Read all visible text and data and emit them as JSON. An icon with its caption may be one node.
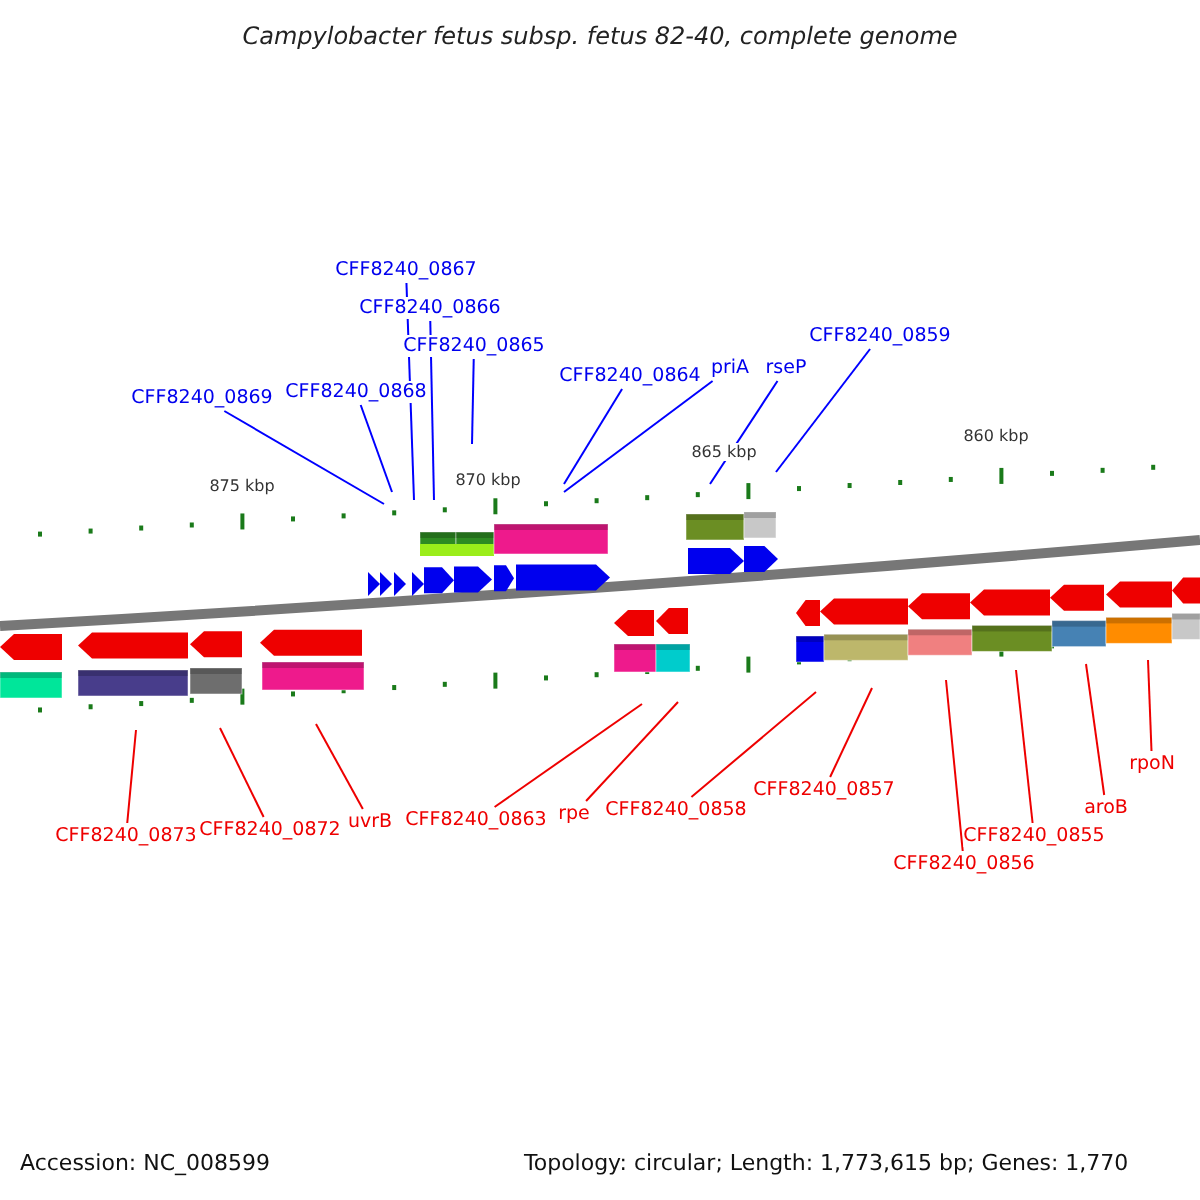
{
  "diagram": {
    "title": "Campylobacter fetus subsp. fetus 82-40, complete genome",
    "nodes": [
      {
        "text": [
          "CFF8240_0867"
        ]
      },
      {
        "text": [
          "CFF8240_0866"
        ]
      },
      {
        "text": [
          "CFF8240_0865"
        ]
      },
      {
        "text": [
          "CFF8240_0869"
        ]
      },
      {
        "text": [
          "CFF8240_0868"
        ]
      },
      {
        "text": [
          "CFF8240_0864"
        ]
      },
      {
        "text": [
          "priA"
        ]
      },
      {
        "text": [
          "rseP"
        ]
      },
      {
        "text": [
          "CFF8240_0859"
        ]
      },
      {
        "text": [
          "CFF8240_0873"
        ]
      },
      {
        "text": [
          "CFF8240_0872"
        ]
      },
      {
        "text": [
          "uvrB"
        ]
      },
      {
        "text": [
          "CFF8240_0863"
        ]
      },
      {
        "text": [
          "rpe"
        ]
      },
      {
        "text": [
          "CFF8240_0858"
        ]
      },
      {
        "text": [
          "CFF8240_0857"
        ]
      },
      {
        "text": [
          "CFF8240_0856"
        ]
      },
      {
        "text": [
          "CFF8240_0855"
        ]
      },
      {
        "text": [
          "aroB"
        ]
      },
      {
        "text": [
          "rpoN"
        ]
      }
    ],
    "edges": [
      {
        "from": 0,
        "to": null,
        "arrow": "none",
        "color": "#0000ff"
      },
      {
        "from": 1,
        "to": null,
        "arrow": "none",
        "color": "#0000ff"
      },
      {
        "from": 2,
        "to": null,
        "arrow": "none",
        "color": "#0000ff"
      },
      {
        "from": 3,
        "to": null,
        "arrow": "none",
        "color": "#0000ff"
      },
      {
        "from": 4,
        "to": null,
        "arrow": "none",
        "color": "#0000ff"
      },
      {
        "from": 5,
        "to": null,
        "arrow": "none",
        "color": "#0000ff"
      },
      {
        "from": 6,
        "to": null,
        "arrow": "none",
        "color": "#0000ff"
      },
      {
        "from": 7,
        "to": null,
        "arrow": "none",
        "color": "#0000ff"
      },
      {
        "from": 8,
        "to": null,
        "arrow": "none",
        "color": "#0000ff"
      },
      {
        "from": 9,
        "to": null,
        "arrow": "none"
      },
      {
        "from": 10,
        "to": null,
        "arrow": "none"
      },
      {
        "from": 11,
        "to": null,
        "arrow": "none"
      },
      {
        "from": 12,
        "to": null,
        "arrow": "none"
      },
      {
        "from": 13,
        "to": null,
        "arrow": "none"
      },
      {
        "from": 14,
        "to": null,
        "arrow": "none"
      },
      {
        "from": 15,
        "to": null,
        "arrow": "none"
      },
      {
        "from": 16,
        "to": null,
        "arrow": "none"
      },
      {
        "from": 17,
        "to": null,
        "arrow": "none"
      },
      {
        "from": 18,
        "to": null,
        "arrow": "none"
      },
      {
        "from": 19,
        "to": null,
        "arrow": "none"
      }
    ],
    "labels": [
      "875 kbp",
      "870 kbp",
      "865 kbp",
      "860 kbp",
      "Accession: NC_008599",
      "Topology: circular; Length: 1,773,615 bp; Genes: 1,770"
    ]
  }
}
